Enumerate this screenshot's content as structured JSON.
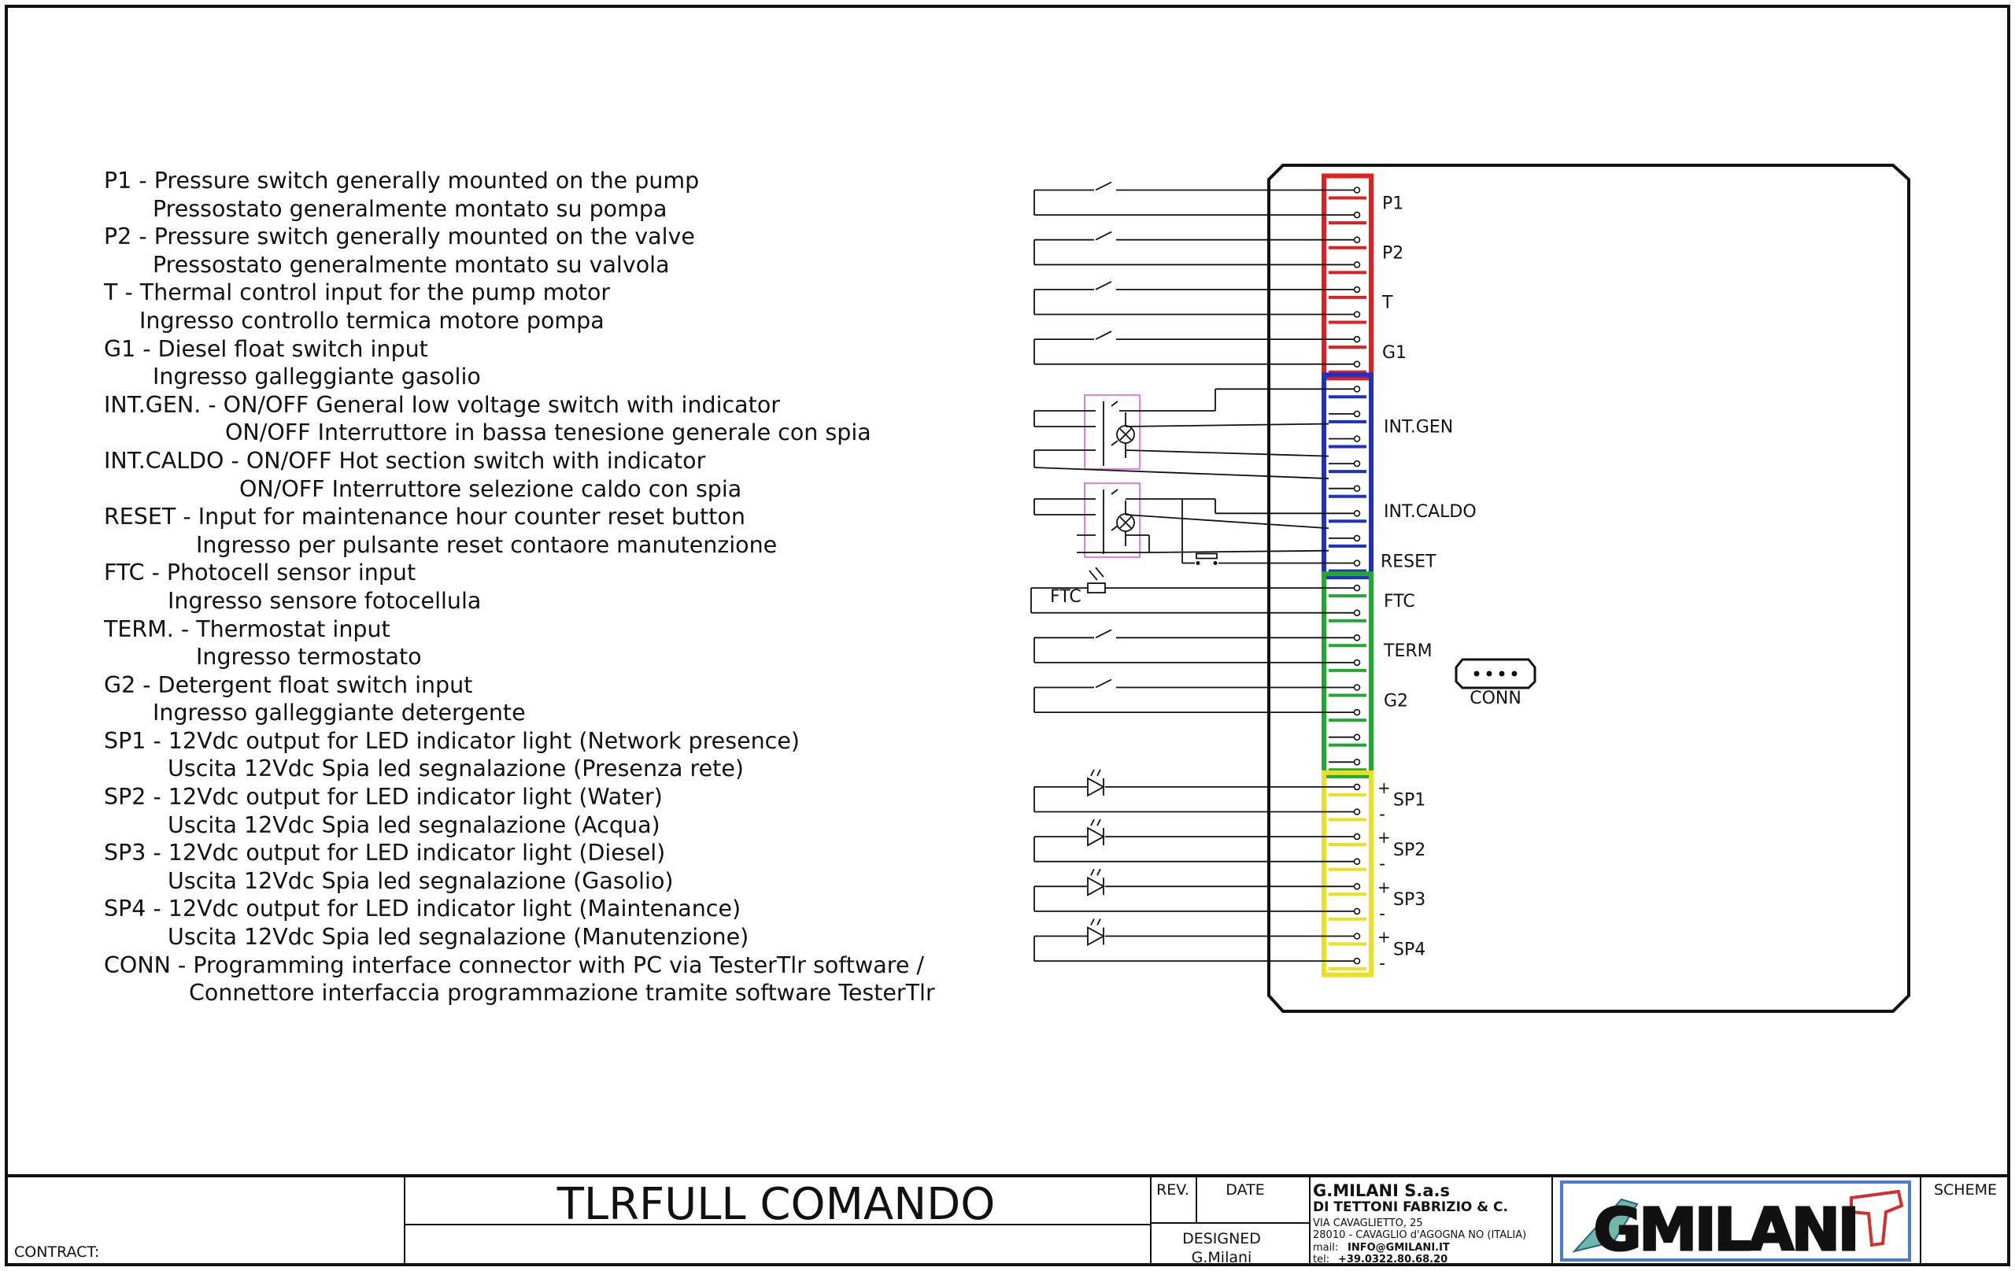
{
  "legend": [
    {
      "main": "P1 - Pressure switch generally mounted on the pump",
      "sub": "Pressostato generalmente montato su pompa",
      "indent": 62
    },
    {
      "main": "P2 - Pressure switch generally mounted on the valve",
      "sub": "Pressostato generalmente montato su valvola",
      "indent": 62
    },
    {
      "main": "T - Thermal control input for the pump motor",
      "sub": "Ingresso controllo termica motore pompa",
      "indent": 45
    },
    {
      "main": "G1 - Diesel float switch input",
      "sub": "Ingresso galleggiante gasolio",
      "indent": 62
    },
    {
      "main": "INT.GEN. -  ON/OFF General low voltage switch with indicator",
      "sub": "ON/OFF Interruttore in bassa tenesione generale con spia",
      "indent": 154
    },
    {
      "main": "INT.CALDO - ON/OFF Hot section switch with indicator",
      "sub": "ON/OFF Interruttore selezione caldo con spia",
      "indent": 172
    },
    {
      "main": "RESET - Input for maintenance hour counter reset button",
      "sub": "Ingresso per pulsante reset contaore manutenzione",
      "indent": 117
    },
    {
      "main": "FTC - Photocell sensor input",
      "sub": "Ingresso sensore fotocellula",
      "indent": 81
    },
    {
      "main": "TERM. - Thermostat input",
      "sub": "Ingresso termostato",
      "indent": 117
    },
    {
      "main": "G2 - Detergent float switch input",
      "sub": "Ingresso galleggiante detergente",
      "indent": 62
    },
    {
      "main": "SP1 - 12Vdc output for LED indicator light (Network presence)",
      "sub": "Uscita 12Vdc Spia led segnalazione (Presenza rete)",
      "indent": 81
    },
    {
      "main": "SP2 - 12Vdc output for LED indicator light (Water)",
      "sub": "Uscita 12Vdc Spia led segnalazione (Acqua)",
      "indent": 81
    },
    {
      "main": "SP3 - 12Vdc output for LED indicator light (Diesel)",
      "sub": "Uscita 12Vdc Spia led segnalazione (Gasolio)",
      "indent": 81
    },
    {
      "main": "SP4 - 12Vdc output for LED indicator light (Maintenance)",
      "sub": "Uscita 12Vdc Spia led segnalazione (Manutenzione)",
      "indent": 81
    },
    {
      "main": "CONN - Programming interface connector with PC via TesterTlr software /",
      "sub": "Connettore interfaccia programmazione tramite software TesterTlr",
      "indent": 108
    }
  ],
  "diagram": {
    "terminal_labels": [
      "P1",
      "P2",
      "T",
      "G1",
      "INT.GEN",
      "INT.CALDO",
      "RESET",
      "FTC",
      "TERM",
      "G2",
      "SP1",
      "SP2",
      "SP3",
      "SP4"
    ],
    "ftc_label": "FTC",
    "conn_label": "CONN",
    "plus_sign": "+",
    "minus_sign": "-",
    "colors": {
      "red_block": "#e02020",
      "blue_block": "#2030c0",
      "green_block": "#20a830",
      "yellow_block": "#e8e020",
      "indicator_box": "#e060e0",
      "line": "#111111"
    }
  },
  "title_block": {
    "contract_label": "CONTRACT:",
    "drawing_title": "TLRFULL COMANDO",
    "rev_label": "REV.",
    "date_label": "DATE",
    "designed_label": "DESIGNED",
    "designed_by": "G.Milani",
    "company_name": "G.MILANI S.a.s",
    "company_sub": "DI TETTONI FABRIZIO & C.",
    "address_1": "VIA CAVAGLIETTO, 25",
    "address_2": "28010 - CAVAGLIO d'AGOGNA NO (ITALIA)",
    "mail_label": "mail:",
    "mail": "INFO@GMILANI.IT",
    "tel_label": "tel:",
    "tel": "+39.0322.80.68.20",
    "logo_text": "GMILANI",
    "scheme_label": "SCHEME"
  }
}
